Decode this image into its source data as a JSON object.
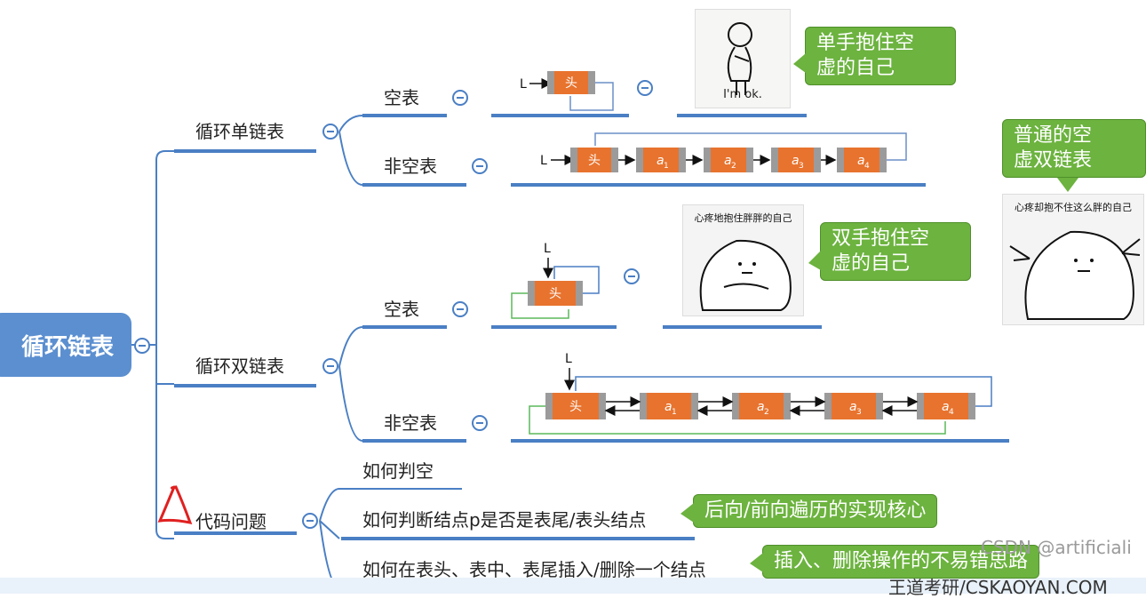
{
  "root": {
    "label": "循环链表"
  },
  "branches": {
    "single": {
      "label": "循环单链表",
      "empty": "空表",
      "nonempty": "非空表"
    },
    "double": {
      "label": "循环双链表",
      "empty": "空表",
      "nonempty": "非空表"
    },
    "code": {
      "label": "代码问题",
      "items": [
        "如何判空",
        "如何判断结点p是否是表尾/表头结点",
        "如何在表头、表中、表尾插入/删除一个结点"
      ]
    }
  },
  "diagrams": {
    "pointer_label": "L",
    "head_label": "头",
    "nodes": [
      "a",
      "a",
      "a",
      "a"
    ],
    "subscripts": [
      "1",
      "2",
      "3",
      "4"
    ]
  },
  "callouts": {
    "single_empty": "单手抱住空\n虚的自己",
    "double_empty": "双手抱住空\n虚的自己",
    "double_nonempty": "普通的空\n虚双链表",
    "tail_check": "后向/前向遍历的实现核心",
    "insert_delete": "插入、删除操作的不易错思路"
  },
  "memes": {
    "ok": "I'm ok.",
    "hug": "心疼地抱住胖胖的自己",
    "cant_hug": "心疼却抱不住这么胖的自己"
  },
  "watermarks": {
    "csdn": "CSDN @artificiali",
    "site": "王道考研/CSKAOYAN.COM"
  },
  "colors": {
    "branch": "#4a7fc4",
    "root": "#5b8fd0",
    "callout": "#6cb33f",
    "node": "#e8732e",
    "node_edge": "#9b9b9b",
    "green_link": "#5cb85c"
  }
}
